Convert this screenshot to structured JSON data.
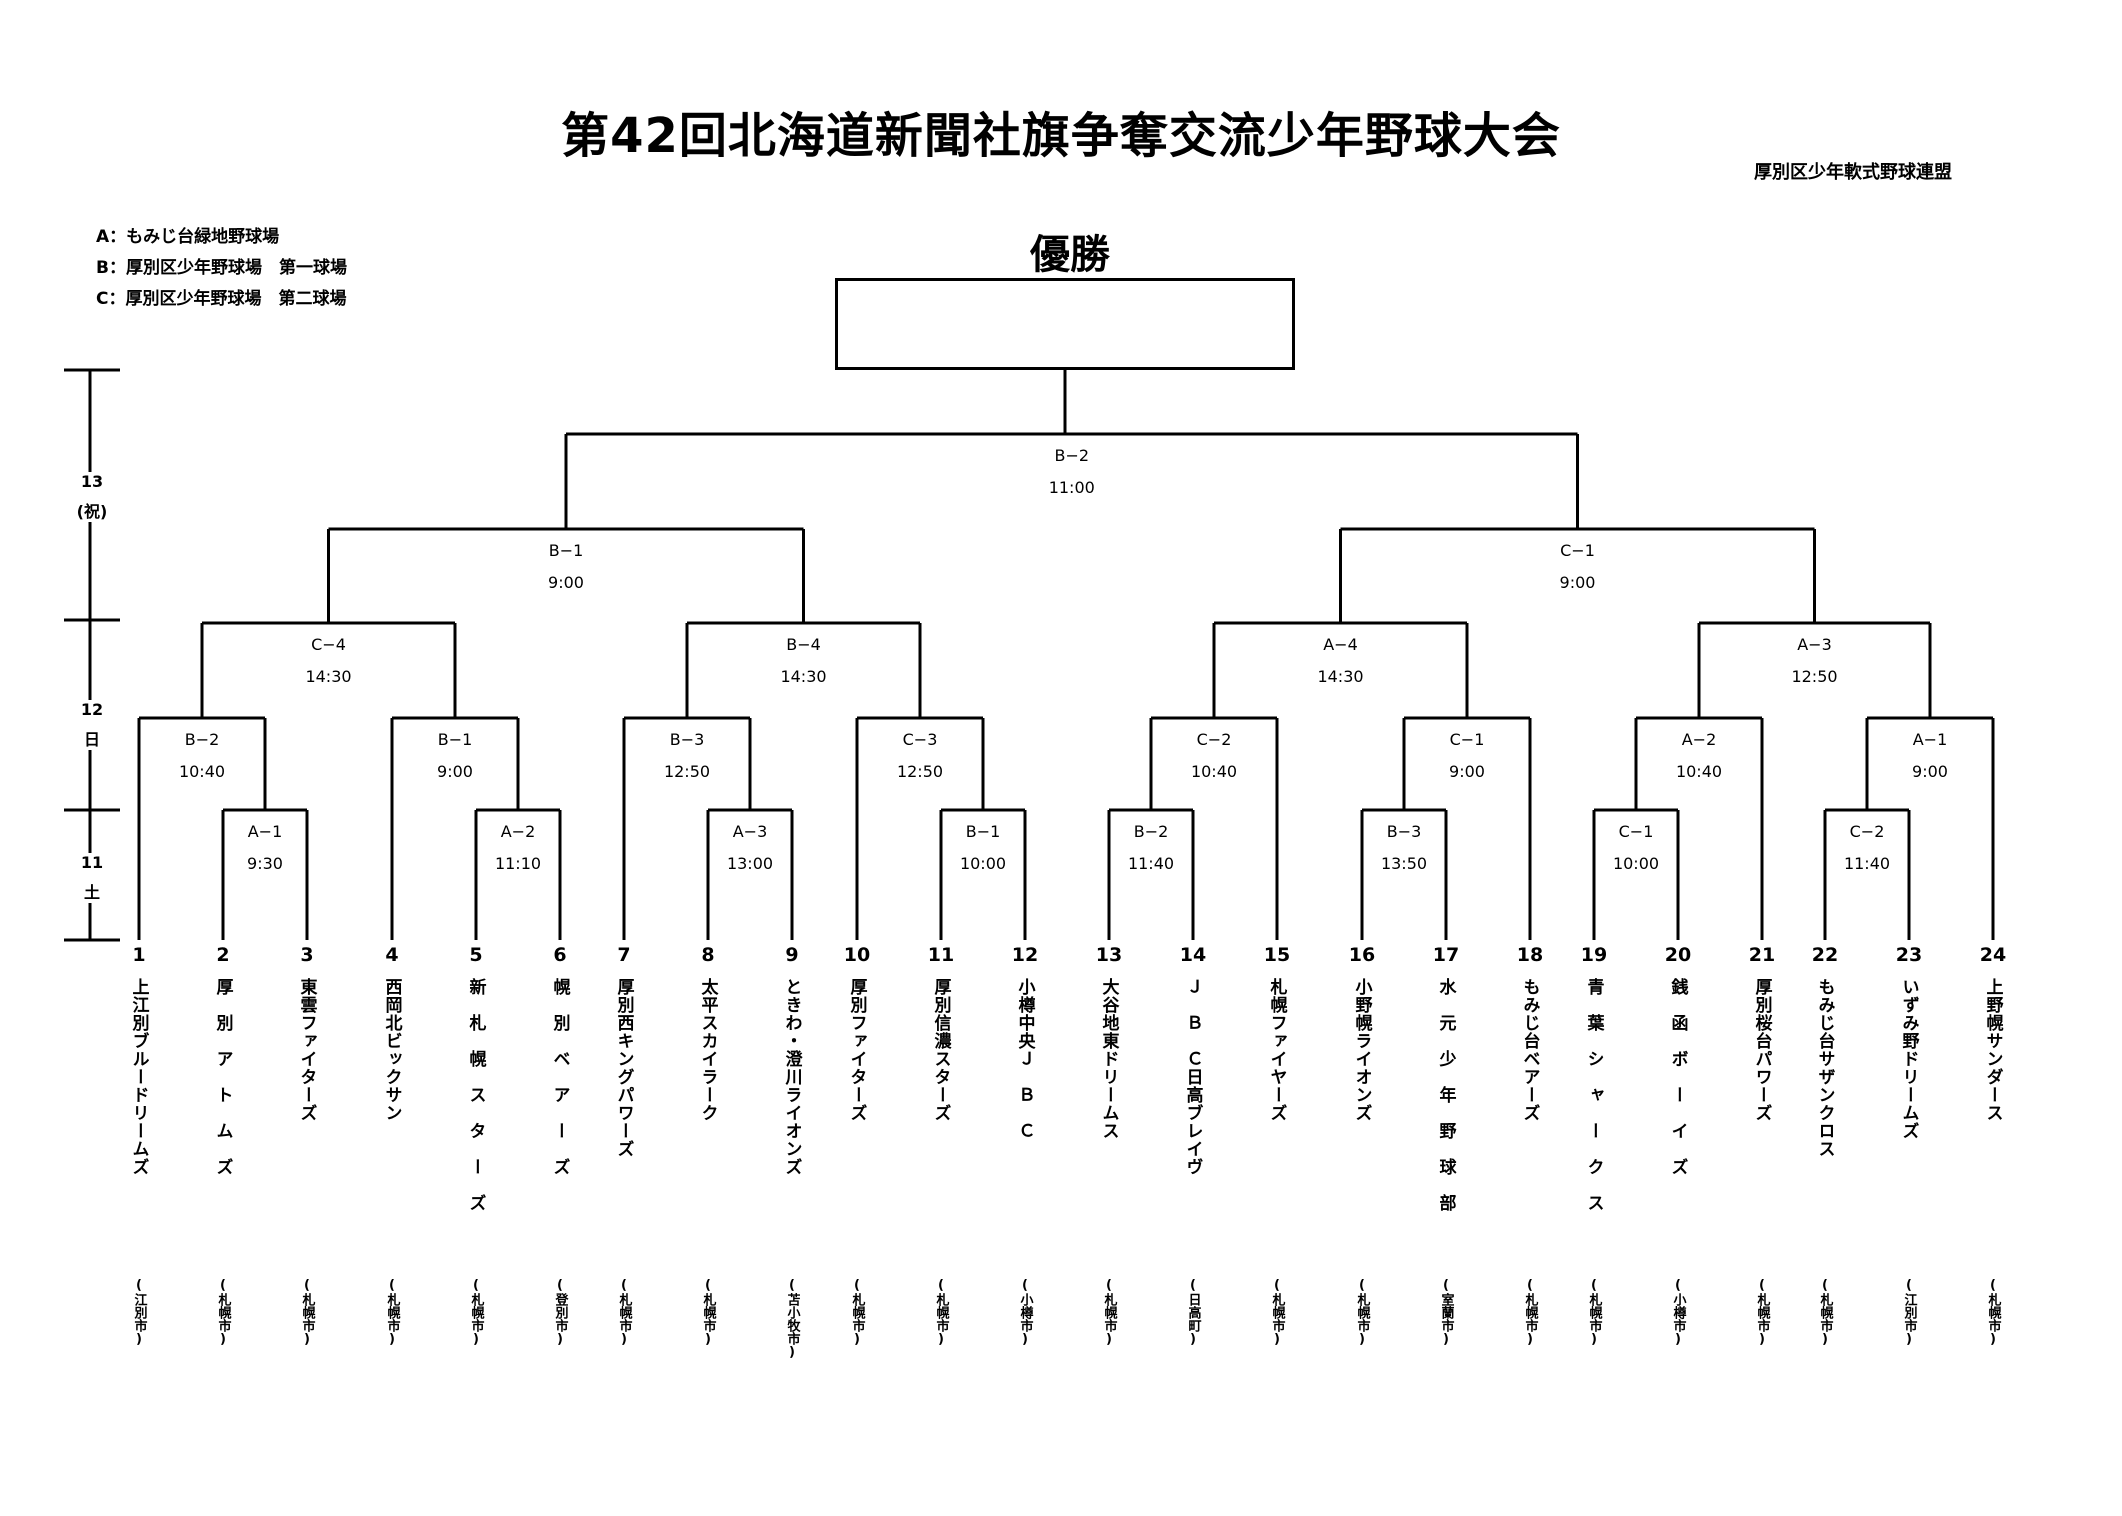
{
  "title": "第42回北海道新聞社旗争奪交流少年野球大会",
  "organizer": "厚別区少年軟式野球連盟",
  "legend": [
    "A：もみじ台緑地野球場",
    "B：厚別区少年野球場　第一球場",
    "C：厚別区少年野球場　第二球場"
  ],
  "champion_label": "優勝",
  "days": [
    {
      "date": "13",
      "weekday": "(祝)"
    },
    {
      "date": "12",
      "weekday": "日"
    },
    {
      "date": "11",
      "weekday": "土"
    }
  ],
  "matches": {
    "final": {
      "field": "B−2",
      "time": "11:00"
    },
    "sf_left": {
      "field": "B−1",
      "time": "9:00"
    },
    "sf_right": {
      "field": "C−1",
      "time": "9:00"
    },
    "q1": {
      "field": "C−4",
      "time": "14:30"
    },
    "q2": {
      "field": "B−4",
      "time": "14:30"
    },
    "q3": {
      "field": "A−4",
      "time": "14:30"
    },
    "q4": {
      "field": "A−3",
      "time": "12:50"
    },
    "r2_1": {
      "field": "B−2",
      "time": "10:40"
    },
    "r2_2": {
      "field": "B−1",
      "time": "9:00"
    },
    "r2_3": {
      "field": "B−3",
      "time": "12:50"
    },
    "r2_4": {
      "field": "C−3",
      "time": "12:50"
    },
    "r2_5": {
      "field": "C−2",
      "time": "10:40"
    },
    "r2_6": {
      "field": "C−1",
      "time": "9:00"
    },
    "r2_7": {
      "field": "A−2",
      "time": "10:40"
    },
    "r2_8": {
      "field": "A−1",
      "time": "9:00"
    },
    "r1_1": {
      "field": "A−1",
      "time": "9:30"
    },
    "r1_2": {
      "field": "A−2",
      "time": "11:10"
    },
    "r1_3": {
      "field": "A−3",
      "time": "13:00"
    },
    "r1_4": {
      "field": "B−1",
      "time": "10:00"
    },
    "r1_5": {
      "field": "B−2",
      "time": "11:40"
    },
    "r1_6": {
      "field": "B−3",
      "time": "13:50"
    },
    "r1_7": {
      "field": "C−1",
      "time": "10:00"
    },
    "r1_8": {
      "field": "C−2",
      "time": "11:40"
    }
  },
  "teams": [
    {
      "num": "1",
      "name": "上江別ブルードリームズ",
      "city": "(江別市)"
    },
    {
      "num": "2",
      "name": "厚　別　ア　ト　ム　ズ",
      "city": "(札幌市)"
    },
    {
      "num": "3",
      "name": "東雲ファイターズ",
      "city": "(札幌市)"
    },
    {
      "num": "4",
      "name": "西岡北ビックサン",
      "city": "(札幌市)"
    },
    {
      "num": "5",
      "name": "新　札　幌　ス　タ　ー　ズ",
      "city": "(札幌市)"
    },
    {
      "num": "6",
      "name": "幌　別　ベ　ア　ー　ズ",
      "city": "(登別市)"
    },
    {
      "num": "7",
      "name": "厚別西キングパワーズ",
      "city": "(札幌市)"
    },
    {
      "num": "8",
      "name": "太平スカイラーク",
      "city": "(札幌市)"
    },
    {
      "num": "9",
      "name": "ときわ・澄川ライオンズ",
      "city": "(苫小牧市)"
    },
    {
      "num": "10",
      "name": "厚別ファイターズ",
      "city": "(札幌市)"
    },
    {
      "num": "11",
      "name": "厚別信濃スターズ",
      "city": "(札幌市)"
    },
    {
      "num": "12",
      "name": "小樽中央Ｊ　Ｂ　Ｃ",
      "city": "(小樽市)"
    },
    {
      "num": "13",
      "name": "大谷地東ドリームス",
      "city": "(札幌市)"
    },
    {
      "num": "14",
      "name": "Ｊ　Ｂ　Ｃ日高ブレイヴ",
      "city": "(日高町)"
    },
    {
      "num": "15",
      "name": "札幌ファイヤーズ",
      "city": "(札幌市)"
    },
    {
      "num": "16",
      "name": "小野幌ライオンズ",
      "city": "(札幌市)"
    },
    {
      "num": "17",
      "name": "水　元　少　年　野　球　部",
      "city": "(室蘭市)"
    },
    {
      "num": "18",
      "name": "もみじ台ベアーズ",
      "city": "(札幌市)"
    },
    {
      "num": "19",
      "name": "青　葉　シ　ャ　ー　ク　ス",
      "city": "(札幌市)"
    },
    {
      "num": "20",
      "name": "銭　函　ボ　ー　イ　ズ",
      "city": "(小樽市)"
    },
    {
      "num": "21",
      "name": "厚別桜台パワーズ",
      "city": "(札幌市)"
    },
    {
      "num": "22",
      "name": "もみじ台サザンクロス",
      "city": "(札幌市)"
    },
    {
      "num": "23",
      "name": "いずみ野ドリームズ",
      "city": "(江別市)"
    },
    {
      "num": "24",
      "name": "上野幌サンダース",
      "city": "(札幌市)"
    }
  ]
}
